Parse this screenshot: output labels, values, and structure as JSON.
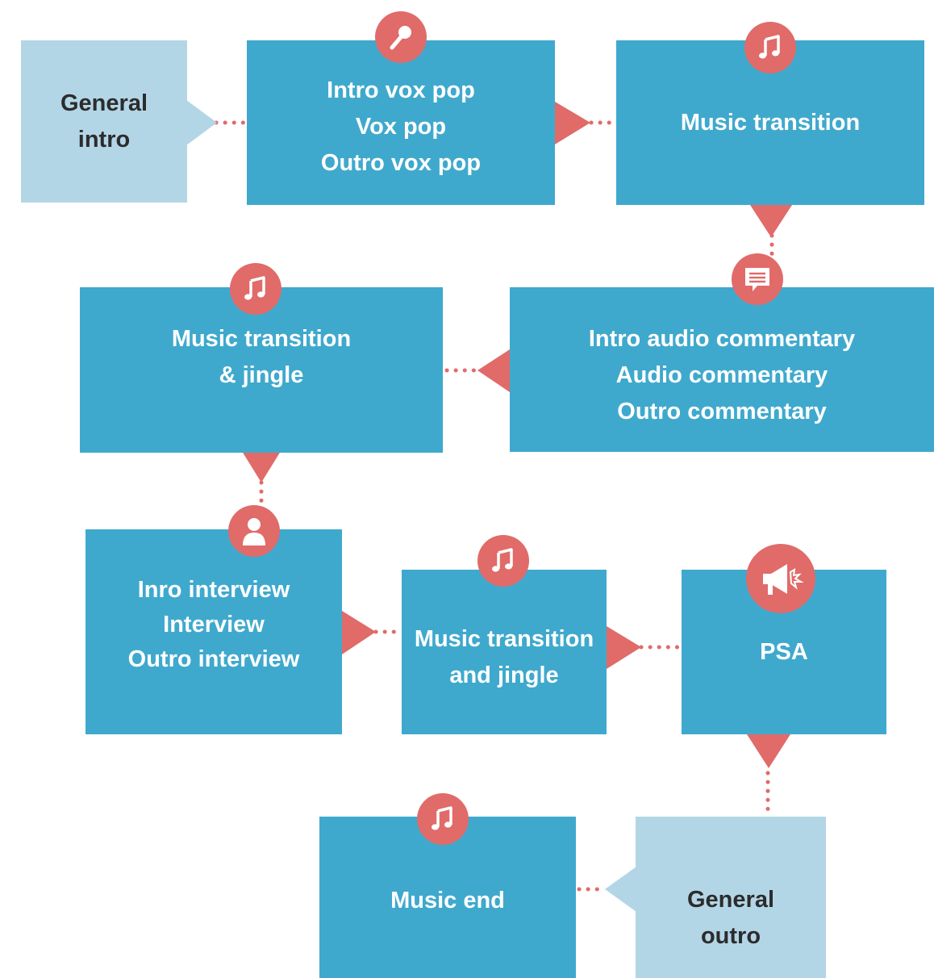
{
  "nodes": {
    "general_intro": {
      "lines": [
        "General",
        "intro"
      ]
    },
    "vox_pop": {
      "lines": [
        "Intro vox pop",
        "Vox pop",
        "Outro vox pop"
      ],
      "icon": "microphone-icon"
    },
    "music_transition_1": {
      "lines": [
        "Music transition"
      ],
      "icon": "music-note-icon"
    },
    "audio_commentary": {
      "lines": [
        "Intro audio commentary",
        "Audio commentary",
        "Outro commentary"
      ],
      "icon": "comment-icon"
    },
    "music_transition_jingle": {
      "lines": [
        "Music transition",
        "& jingle"
      ],
      "icon": "music-note-icon"
    },
    "interview": {
      "lines": [
        "Inro interview",
        "Interview",
        "Outro interview"
      ],
      "icon": "person-icon"
    },
    "music_transition_and_jingle": {
      "lines": [
        "Music transition",
        "and jingle"
      ],
      "icon": "music-note-icon"
    },
    "psa": {
      "lines": [
        "PSA"
      ],
      "icon": "megaphone-icon"
    },
    "music_end": {
      "lines": [
        "Music end"
      ],
      "icon": "music-note-icon"
    },
    "general_outro": {
      "lines": [
        "General",
        "outro"
      ]
    }
  },
  "colors": {
    "box_dark": "#3fa9cd",
    "box_light": "#b3d6e7",
    "accent": "#e06b69",
    "text_light": "#ffffff",
    "text_dark": "#2c2c2c"
  }
}
